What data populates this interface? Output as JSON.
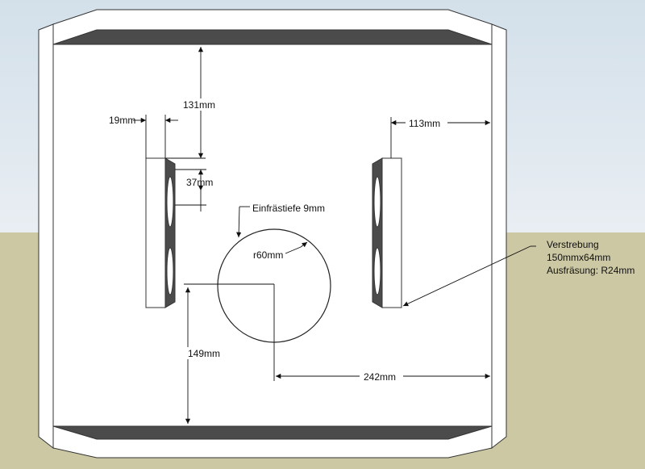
{
  "colors": {
    "sky_top": "#d3e0ea",
    "sky_bottom": "#e9eef3",
    "ground": "#ccc8a4",
    "panel": "#ffffff",
    "edge": "#333333",
    "shelf": "#4b4b4b",
    "dimension": "#111111"
  },
  "dimensions": {
    "top_gap": "131mm",
    "brace_thickness": "19mm",
    "slot_offset": "37mm",
    "right_brace_offset": "113mm",
    "bottom_gap": "149mm",
    "hole_offset": "242mm"
  },
  "hole": {
    "radius_label": "r60mm",
    "depth_label": "Einfrästiefe 9mm"
  },
  "brace_note": {
    "line1": "Verstrebung",
    "line2": "150mmx64mm",
    "line3": "Ausfräsung: R24mm"
  }
}
